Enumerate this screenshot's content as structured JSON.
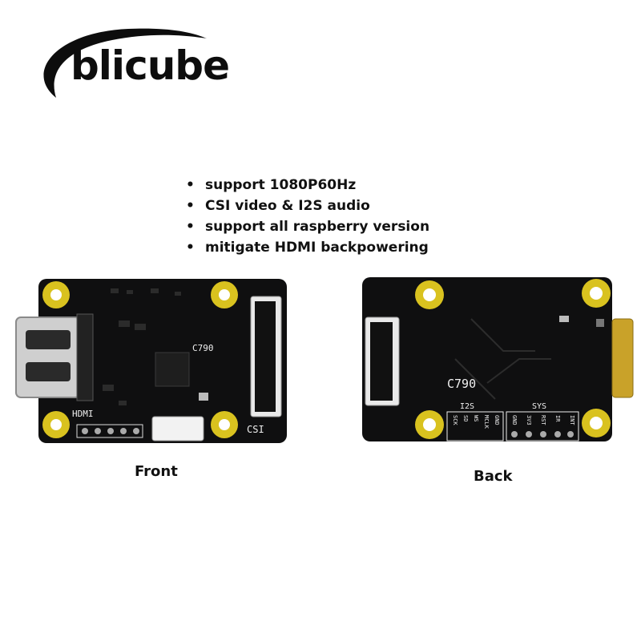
{
  "logo": {
    "text": "blicube"
  },
  "features": [
    "support 1080P60Hz",
    "CSI video & I2S audio",
    "support all raspberry version",
    "mitigate HDMI backpowering"
  ],
  "bullet": "•",
  "front": {
    "caption": "Front",
    "chip_label": "C790",
    "hdmi_label": "HDMI",
    "csi_label": "CSI"
  },
  "back": {
    "caption": "Back",
    "chip_label": "C790",
    "i2s_label": "I2S",
    "sys_label": "SYS",
    "i2s_pins": [
      "SCK",
      "SD",
      "WS",
      "MCLK",
      "GND"
    ],
    "sys_pins": [
      "GND",
      "3V3",
      "RST",
      "IR",
      "INT"
    ]
  },
  "colors": {
    "pcb": "#0f0f10",
    "pad": "#d9c21f",
    "gold": "#c9a229",
    "silkscreen": "#f0f0f0"
  }
}
